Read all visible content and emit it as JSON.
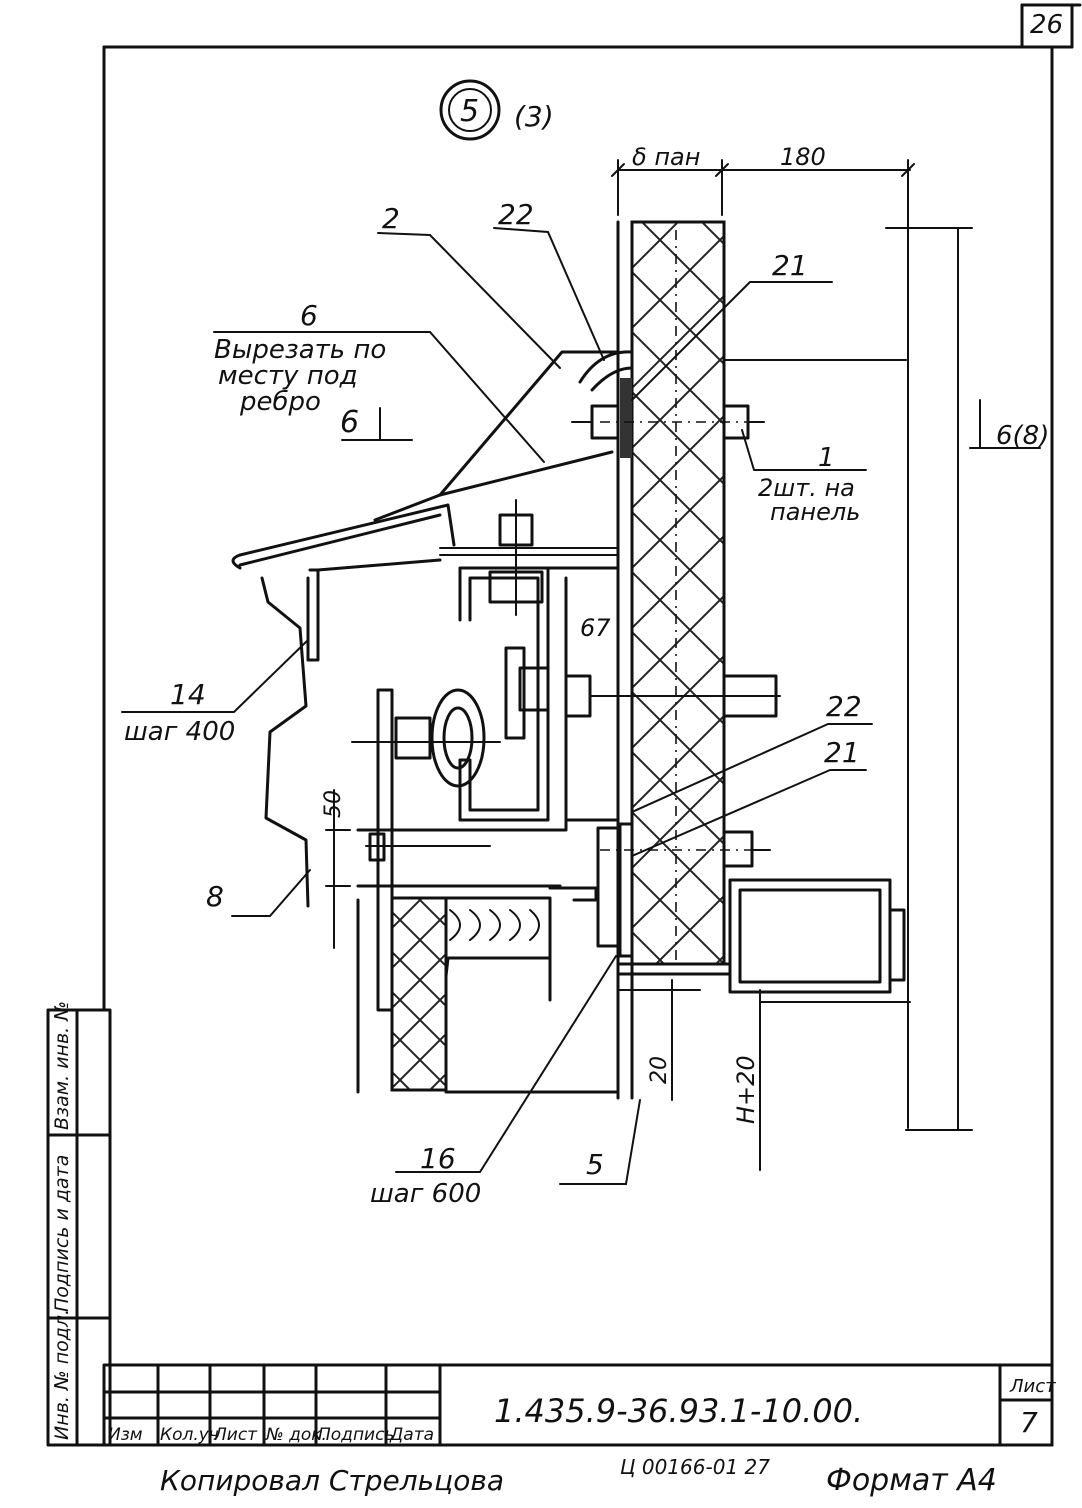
{
  "sheet": {
    "corner_number": "26",
    "detail_number": "5",
    "detail_ref": "(3)",
    "dims": {
      "panel_thickness": "δ пан",
      "offset_180": "180",
      "dim_67": "67",
      "dim_50": "50",
      "dim_20": "20",
      "dim_h": "H+20"
    },
    "callouts": {
      "c2": "2",
      "c22_top": "22",
      "c21_top": "21",
      "c6": "6",
      "c6_note": [
        "Вырезать по",
        "месту под",
        "ребро"
      ],
      "c6_section": "6",
      "c1": "1",
      "c1_note": [
        "2шт. на",
        "панель"
      ],
      "c6_8": "6(8)",
      "c14": "14",
      "c14_note": "шаг 400",
      "c22_mid": "22",
      "c21_mid": "21",
      "c8": "8",
      "c16": "16",
      "c16_note": "шаг 600",
      "c5": "5"
    },
    "side_stamp": [
      "Инв. № подл.",
      "Подпись и дата",
      "Взам. инв. №"
    ],
    "title_block": {
      "headers": [
        "Изм",
        "Кол.уч",
        "Лист",
        "№ док.",
        "Подпись",
        "Дата"
      ],
      "designation": "1.435.9-36.93.1-10.00.",
      "sheet_label": "Лист",
      "sheet_number": "7"
    },
    "footer": {
      "copied_by": "Копировал Стрельцова",
      "order_number": "Ц 00166-01 27",
      "format": "Формат А4"
    }
  }
}
